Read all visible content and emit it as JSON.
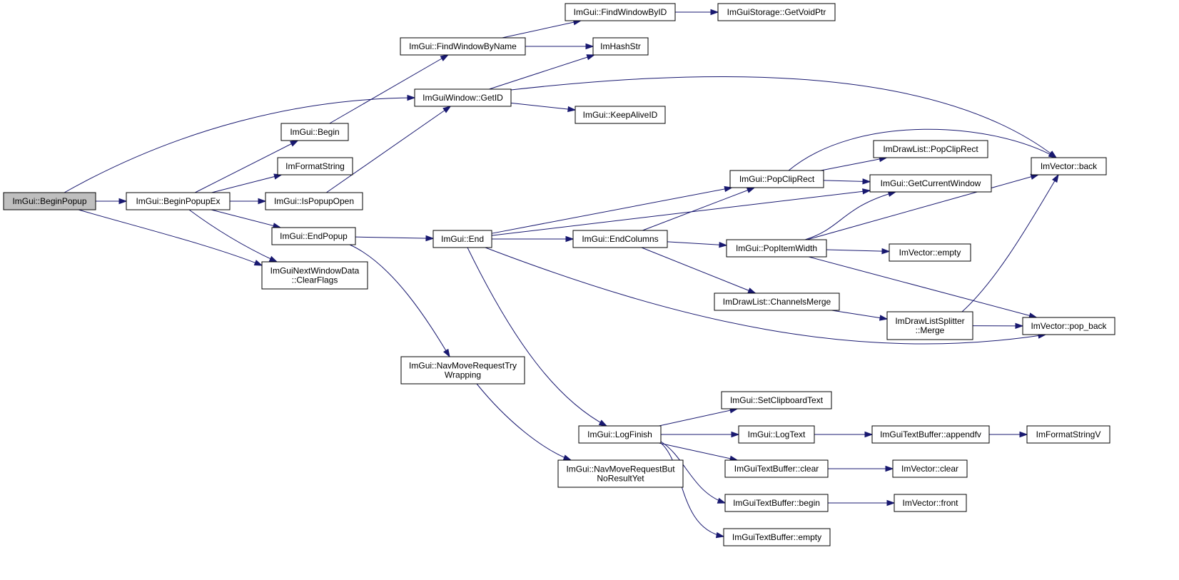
{
  "graph": {
    "root_fill": "#bfbfbf",
    "node_fill": "#ffffff",
    "edge_color": "#191970",
    "nodes": {
      "begin_popup": [
        "ImGui::BeginPopup"
      ],
      "begin_popup_ex": [
        "ImGui::BeginPopupEx"
      ],
      "begin": [
        "ImGui::Begin"
      ],
      "im_format_string": [
        "ImFormatString"
      ],
      "is_popup_open": [
        "ImGui::IsPopupOpen"
      ],
      "end_popup": [
        "ImGui::EndPopup"
      ],
      "clear_flags": [
        "ImGuiNextWindowData",
        "::ClearFlags"
      ],
      "find_window_by_name": [
        "ImGui::FindWindowByName"
      ],
      "find_window_by_id": [
        "ImGui::FindWindowByID"
      ],
      "get_void_ptr": [
        "ImGuiStorage::GetVoidPtr"
      ],
      "im_hash_str": [
        "ImHashStr"
      ],
      "get_id": [
        "ImGuiWindow::GetID"
      ],
      "keep_alive_id": [
        "ImGui::KeepAliveID"
      ],
      "end": [
        "ImGui::End"
      ],
      "nav_wrap": [
        "ImGui::NavMoveRequestTry",
        "Wrapping"
      ],
      "nav_nores": [
        "ImGui::NavMoveRequestBut",
        "NoResultYet"
      ],
      "pop_clip_rect_gui": [
        "ImGui::PopClipRect"
      ],
      "pop_clip_rect_dl": [
        "ImDrawList::PopClipRect"
      ],
      "get_current_window": [
        "ImGui::GetCurrentWindow"
      ],
      "vec_back": [
        "ImVector::back"
      ],
      "end_columns": [
        "ImGui::EndColumns"
      ],
      "pop_item_width": [
        "ImGui::PopItemWidth"
      ],
      "vec_empty": [
        "ImVector::empty"
      ],
      "channels_merge": [
        "ImDrawList::ChannelsMerge"
      ],
      "splitter_merge": [
        "ImDrawListSplitter",
        "::Merge"
      ],
      "vec_pop_back": [
        "ImVector::pop_back"
      ],
      "log_finish": [
        "ImGui::LogFinish"
      ],
      "set_clipboard_text": [
        "ImGui::SetClipboardText"
      ],
      "log_text": [
        "ImGui::LogText"
      ],
      "appendfv": [
        "ImGuiTextBuffer::appendfv"
      ],
      "im_format_string_v": [
        "ImFormatStringV"
      ],
      "tb_clear": [
        "ImGuiTextBuffer::clear"
      ],
      "vec_clear": [
        "ImVector::clear"
      ],
      "tb_begin": [
        "ImGuiTextBuffer::begin"
      ],
      "vec_front": [
        "ImVector::front"
      ],
      "tb_empty": [
        "ImGuiTextBuffer::empty"
      ]
    },
    "edges": [
      [
        "begin_popup",
        "begin_popup_ex"
      ],
      [
        "begin_popup",
        "get_id"
      ],
      [
        "begin_popup",
        "clear_flags"
      ],
      [
        "begin_popup_ex",
        "begin"
      ],
      [
        "begin_popup_ex",
        "im_format_string"
      ],
      [
        "begin_popup_ex",
        "is_popup_open"
      ],
      [
        "begin_popup_ex",
        "end_popup"
      ],
      [
        "begin_popup_ex",
        "clear_flags"
      ],
      [
        "begin",
        "find_window_by_name"
      ],
      [
        "find_window_by_name",
        "find_window_by_id"
      ],
      [
        "find_window_by_name",
        "im_hash_str"
      ],
      [
        "find_window_by_id",
        "get_void_ptr"
      ],
      [
        "is_popup_open",
        "get_id"
      ],
      [
        "get_id",
        "im_hash_str"
      ],
      [
        "get_id",
        "keep_alive_id"
      ],
      [
        "get_id",
        "vec_back"
      ],
      [
        "end_popup",
        "end"
      ],
      [
        "end_popup",
        "nav_wrap"
      ],
      [
        "nav_wrap",
        "nav_nores"
      ],
      [
        "end",
        "pop_clip_rect_gui"
      ],
      [
        "end",
        "get_current_window"
      ],
      [
        "end",
        "end_columns"
      ],
      [
        "end",
        "vec_pop_back"
      ],
      [
        "end",
        "log_finish"
      ],
      [
        "pop_clip_rect_gui",
        "pop_clip_rect_dl"
      ],
      [
        "pop_clip_rect_gui",
        "get_current_window"
      ],
      [
        "pop_clip_rect_gui",
        "vec_back"
      ],
      [
        "end_columns",
        "pop_clip_rect_gui"
      ],
      [
        "end_columns",
        "pop_item_width"
      ],
      [
        "end_columns",
        "channels_merge"
      ],
      [
        "pop_item_width",
        "get_current_window"
      ],
      [
        "pop_item_width",
        "vec_back"
      ],
      [
        "pop_item_width",
        "vec_empty"
      ],
      [
        "pop_item_width",
        "vec_pop_back"
      ],
      [
        "channels_merge",
        "splitter_merge"
      ],
      [
        "splitter_merge",
        "vec_back"
      ],
      [
        "splitter_merge",
        "vec_pop_back"
      ],
      [
        "log_finish",
        "set_clipboard_text"
      ],
      [
        "log_finish",
        "log_text"
      ],
      [
        "log_finish",
        "tb_clear"
      ],
      [
        "log_finish",
        "tb_begin"
      ],
      [
        "log_finish",
        "tb_empty"
      ],
      [
        "log_text",
        "appendfv"
      ],
      [
        "appendfv",
        "im_format_string_v"
      ],
      [
        "tb_clear",
        "vec_clear"
      ],
      [
        "tb_begin",
        "vec_front"
      ]
    ]
  }
}
